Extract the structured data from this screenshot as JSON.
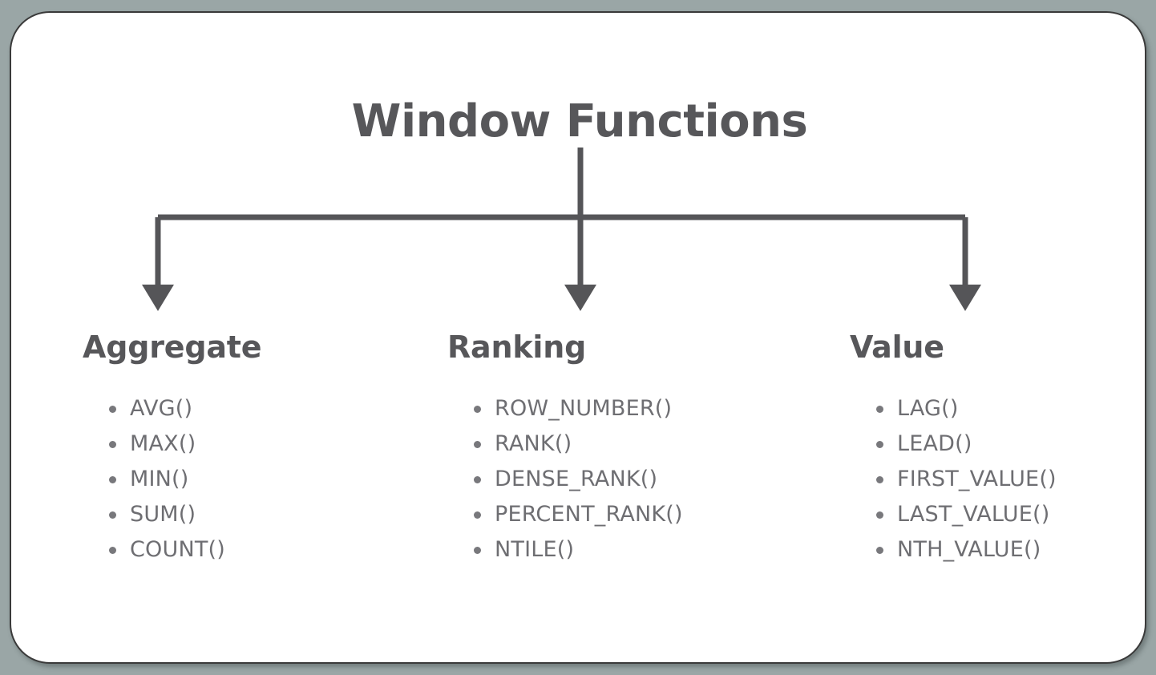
{
  "canvas": {
    "background_color": "#9aa6a6",
    "card_background": "#ffffff",
    "card_border_color": "#3a3a3a"
  },
  "diagram": {
    "type": "tree",
    "title": "Window Functions",
    "title_color": "#57575a",
    "connector_color": "#555558",
    "branch_label_color": "#57575a",
    "item_text_color": "#6e6e72",
    "bullet_color": "#78787c",
    "branches": [
      {
        "label": "Aggregate",
        "items": [
          "AVG()",
          "MAX()",
          "MIN()",
          "SUM()",
          "COUNT()"
        ]
      },
      {
        "label": "Ranking",
        "items": [
          "ROW_NUMBER()",
          "RANK()",
          "DENSE_RANK()",
          "PERCENT_RANK()",
          "NTILE()"
        ]
      },
      {
        "label": "Value",
        "items": [
          "LAG()",
          "LEAD()",
          "FIRST_VALUE()",
          "LAST_VALUE()",
          "NTH_VALUE()"
        ]
      }
    ]
  }
}
